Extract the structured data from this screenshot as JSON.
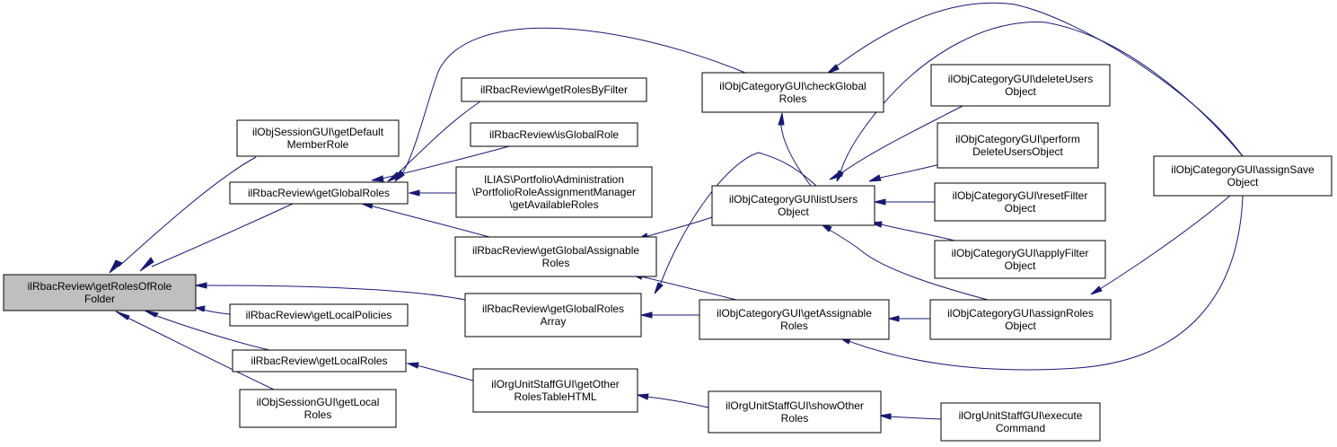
{
  "colors": {
    "edge": "#191970",
    "root_fill": "#bfbfbf",
    "node_fill": "#ffffff",
    "border": "#000000"
  },
  "nodes": [
    {
      "id": "n0",
      "lines": [
        "ilRbacReview\\getRolesOfRole",
        "Folder"
      ]
    },
    {
      "id": "n1",
      "lines": [
        "ilObjSessionGUI\\getDefault",
        "MemberRole"
      ]
    },
    {
      "id": "n2",
      "lines": [
        "ilRbacReview\\getGlobalRoles"
      ]
    },
    {
      "id": "n3",
      "lines": [
        "ilRbacReview\\getLocalPolicies"
      ]
    },
    {
      "id": "n4",
      "lines": [
        "ilRbacReview\\getLocalRoles"
      ]
    },
    {
      "id": "n5",
      "lines": [
        "ilObjSessionGUI\\getLocal",
        "Roles"
      ]
    },
    {
      "id": "n6",
      "lines": [
        "ilRbacReview\\getGlobalAssignable",
        "Roles"
      ]
    },
    {
      "id": "n7",
      "lines": [
        "ilRbacReview\\getGlobalRoles",
        "Array"
      ]
    },
    {
      "id": "n8",
      "lines": [
        "ilRbacReview\\getRolesByFilter"
      ]
    },
    {
      "id": "n9",
      "lines": [
        "ilRbacReview\\isGlobalRole"
      ]
    },
    {
      "id": "n10",
      "lines": [
        "ILIAS\\Portfolio\\Administration",
        "\\PortfolioRoleAssignmentManager",
        "\\getAvailableRoles"
      ]
    },
    {
      "id": "n11",
      "lines": [
        "ilOrgUnitStaffGUI\\getOther",
        "RolesTableHTML"
      ]
    },
    {
      "id": "n12",
      "lines": [
        "ilObjCategoryGUI\\checkGlobal",
        "Roles"
      ]
    },
    {
      "id": "n13",
      "lines": [
        "ilObjCategoryGUI\\listUsers",
        "Object"
      ]
    },
    {
      "id": "n14",
      "lines": [
        "ilObjCategoryGUI\\getAssignable",
        "Roles"
      ]
    },
    {
      "id": "n15",
      "lines": [
        "ilOrgUnitStaffGUI\\showOther",
        "Roles"
      ]
    },
    {
      "id": "n16",
      "lines": [
        "ilObjCategoryGUI\\deleteUsers",
        "Object"
      ]
    },
    {
      "id": "n17",
      "lines": [
        "ilObjCategoryGUI\\perform",
        "DeleteUsersObject"
      ]
    },
    {
      "id": "n18",
      "lines": [
        "ilObjCategoryGUI\\resetFilter",
        "Object"
      ]
    },
    {
      "id": "n19",
      "lines": [
        "ilObjCategoryGUI\\applyFilter",
        "Object"
      ]
    },
    {
      "id": "n20",
      "lines": [
        "ilObjCategoryGUI\\assignRoles",
        "Object"
      ]
    },
    {
      "id": "n21",
      "lines": [
        "ilOrgUnitStaffGUI\\execute",
        "Command"
      ]
    },
    {
      "id": "n22",
      "lines": [
        "ilObjCategoryGUI\\assignSave",
        "Object"
      ]
    }
  ]
}
